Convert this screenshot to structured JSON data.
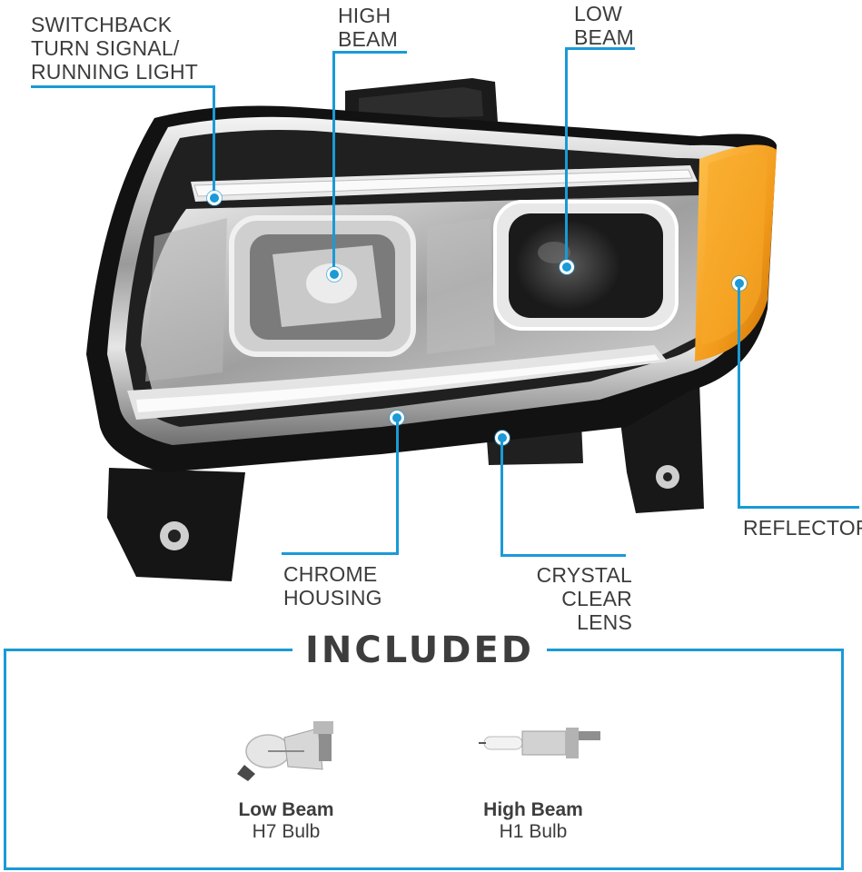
{
  "callouts": {
    "switchback": "SWITCHBACK\nTURN SIGNAL/\nRUNNING LIGHT",
    "high_beam": "HIGH\nBEAM",
    "low_beam": "LOW\nBEAM",
    "reflector": "REFLECTOR",
    "chrome_housing": "CHROME\nHOUSING",
    "crystal_clear_lens": "CRYSTAL\nCLEAR LENS"
  },
  "included": {
    "title": "INCLUDED",
    "bulbs": [
      {
        "name": "Low Beam",
        "type": "H7 Bulb",
        "icon": "h7-bulb-icon"
      },
      {
        "name": "High Beam",
        "type": "H1 Bulb",
        "icon": "h1-bulb-icon"
      }
    ]
  },
  "colors": {
    "accent": "#1a9ad6",
    "text": "#3c3c3c",
    "amber": "#f29a1a"
  }
}
